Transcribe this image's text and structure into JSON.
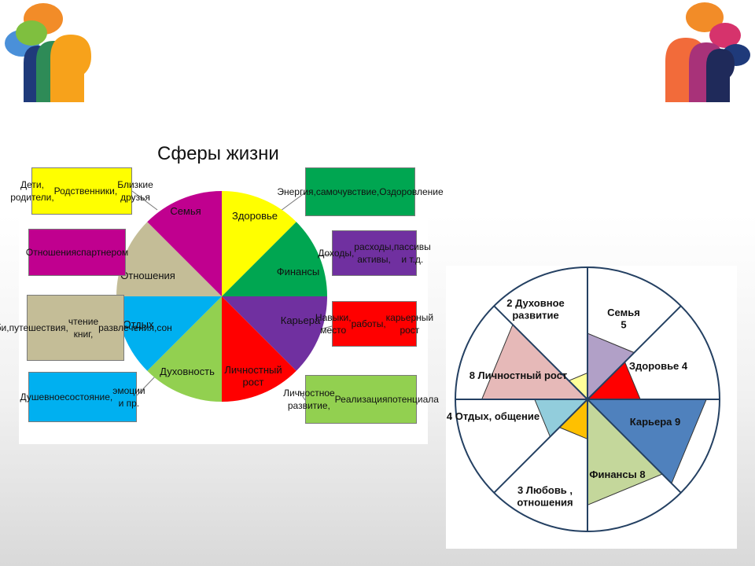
{
  "left_diagram": {
    "title": "Сферы жизни",
    "segments": [
      {
        "key": "semya",
        "label": "Семья",
        "color": "#ffff00"
      },
      {
        "key": "zdorovie",
        "label": "Здоровье",
        "color": "#00a651"
      },
      {
        "key": "finansy",
        "label": "Финансы",
        "color": "#7030a0"
      },
      {
        "key": "kariera",
        "label": "Карьера",
        "color": "#ff0000"
      },
      {
        "key": "lichnostny",
        "label_lines": [
          "Личностный",
          "рост"
        ],
        "color": "#92d050"
      },
      {
        "key": "duhovnost",
        "label": "Духовность",
        "color": "#00b0f0"
      },
      {
        "key": "otdyh",
        "label": "Отдых",
        "color": "#c4bd97"
      },
      {
        "key": "otnosheniya",
        "label": "Отношения",
        "color": "#c0008f"
      }
    ],
    "boxes": {
      "family": {
        "lines": [
          "Дети, родители,",
          "Родственники,",
          "Близкие друзья"
        ],
        "color": "#ffff00"
      },
      "relations": {
        "lines": [
          "Отношения",
          "с",
          "партнером"
        ],
        "color": "#c0008f"
      },
      "hobby": {
        "lines": [
          "Хобби,",
          "путешествия,",
          "чтение книг,",
          "развлечения,",
          "сон"
        ],
        "color": "#c4bd97"
      },
      "soul": {
        "lines": [
          "Душевное",
          "состояние,",
          "эмоции и пр."
        ],
        "color": "#00b0f0"
      },
      "energy": {
        "lines": [
          "Энергия,",
          "самочувствие,",
          "Оздоровление"
        ],
        "color": "#00a651"
      },
      "income": {
        "lines": [
          "Доходы,",
          "расходы, активы,",
          "пассивы и т.д."
        ],
        "color": "#7030a0"
      },
      "skills": {
        "lines": [
          "Навыки, место",
          "работы,",
          "карьерный рост"
        ],
        "color": "#ff0000"
      },
      "growth": {
        "lines": [
          "Личностное развитие,",
          "Реализация",
          "потенциала"
        ],
        "color": "#92d050"
      }
    }
  },
  "right_diagram": {
    "max_value": 10,
    "segments": [
      {
        "label_lines": [
          "Семья",
          "5"
        ],
        "value": 5,
        "color": "#b1a0c7"
      },
      {
        "label_lines": [
          "Здоровье 4"
        ],
        "value": 4,
        "color": "#ff0000"
      },
      {
        "label_lines": [
          "Карьера 9"
        ],
        "value": 9,
        "color": "#4f81bd"
      },
      {
        "label_lines": [
          "Финансы 8"
        ],
        "value": 8,
        "color": "#c4d79b"
      },
      {
        "label_lines": [
          "3 Любовь ,",
          "отношения"
        ],
        "value": 3,
        "color": "#ffc000"
      },
      {
        "label_lines": [
          "4 Отдых, общение"
        ],
        "value": 4,
        "color": "#92cddc"
      },
      {
        "label_lines": [
          "8 Личностный рост"
        ],
        "value": 8,
        "color": "#e6b9b8"
      },
      {
        "label_lines": [
          "2 Духовное",
          "развитие"
        ],
        "value": 2,
        "color": "#ffff99"
      }
    ]
  }
}
